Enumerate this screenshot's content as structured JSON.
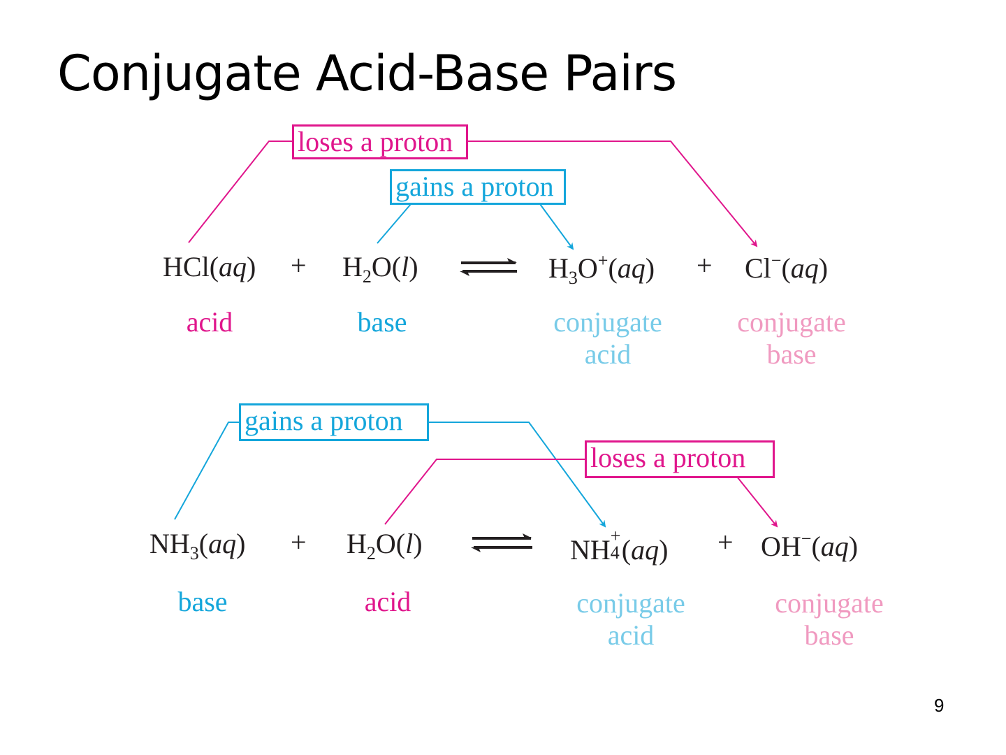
{
  "slide": {
    "title": "Conjugate Acid-Base Pairs",
    "page_number": "9"
  },
  "colors": {
    "loses_proton": "#e0168c",
    "gains_proton": "#14a6db",
    "conjugate_acid": "#78cbe8",
    "conjugate_base": "#f09ac0",
    "equation_text": "#231f20"
  },
  "reaction1": {
    "reactant1": {
      "formula": "HCl",
      "state": "aq",
      "role": "acid"
    },
    "plus1": "+",
    "reactant2": {
      "base": "H",
      "sub": "2",
      "rest": "O",
      "state": "l",
      "role": "base"
    },
    "arrow": "equilibrium-arrow",
    "product1": {
      "base": "H",
      "sub": "3",
      "rest": "O",
      "charge": "+",
      "state": "aq",
      "role_line1": "conjugate",
      "role_line2": "acid"
    },
    "plus2": "+",
    "product2": {
      "base": "Cl",
      "charge": "−",
      "state": "aq",
      "role_line1": "conjugate",
      "role_line2": "base"
    },
    "annotations": {
      "loses": "loses a proton",
      "gains": "gains a proton"
    }
  },
  "reaction2": {
    "reactant1": {
      "base": "NH",
      "sub": "3",
      "state": "aq",
      "role": "base"
    },
    "plus1": "+",
    "reactant2": {
      "base": "H",
      "sub": "2",
      "rest": "O",
      "state": "l",
      "role": "acid"
    },
    "arrow": "equilibrium-arrow",
    "product1": {
      "base": "NH",
      "sub": "4",
      "charge": "+",
      "state": "aq",
      "role_line1": "conjugate",
      "role_line2": "acid"
    },
    "plus2": "+",
    "product2": {
      "base": "OH",
      "charge": "−",
      "state": "aq",
      "role_line1": "conjugate",
      "role_line2": "base"
    },
    "annotations": {
      "gains": "gains a proton",
      "loses": "loses a proton"
    }
  },
  "paren_open": "(",
  "paren_close": ")"
}
